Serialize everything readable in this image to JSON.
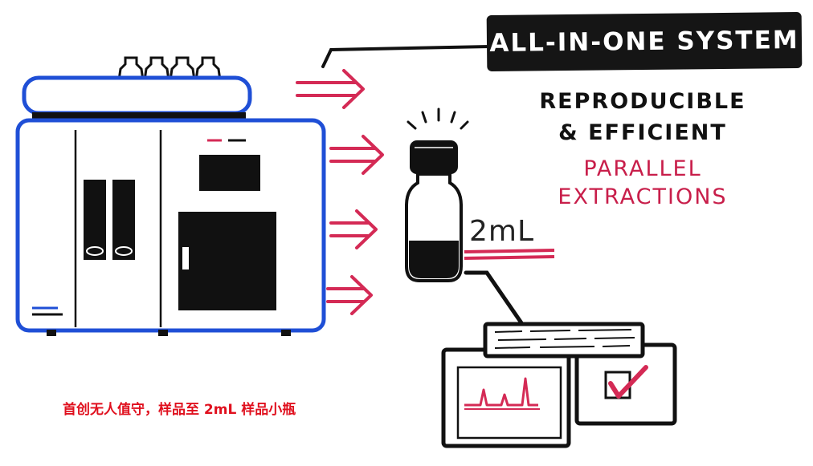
{
  "system_label": "ALL-IN-ONE SYSTEM",
  "benefits": {
    "line1": "REPRODUCIBLE",
    "line2": "& EFFICIENT",
    "line3": "PARALLEL",
    "line4": "EXTRACTIONS"
  },
  "vial_volume": "2mL",
  "caption": "首创无人值守，样品至 2mL 样品小瓶",
  "colors": {
    "instrument_outline": "#1f4fd6",
    "arrow": "#d42a55",
    "accent_text": "#c81e4a",
    "caption_text": "#e0101e",
    "ink": "#111111"
  }
}
